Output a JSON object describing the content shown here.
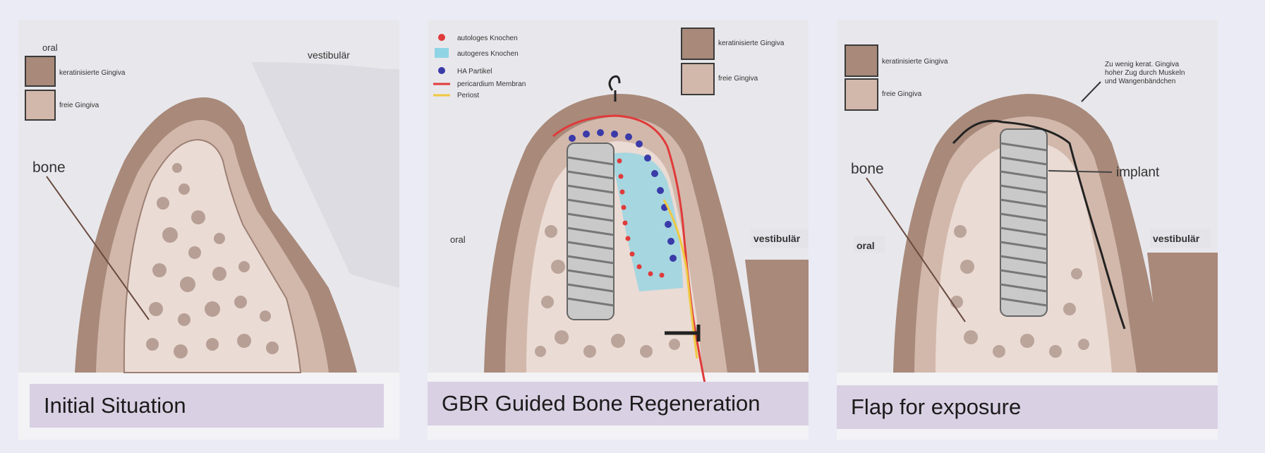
{
  "panels": [
    {
      "caption": "Initial Situation",
      "orientation_oral": "oral",
      "orientation_vestibular": "vestibulär",
      "legend": [
        "keratinisierte Gingiva",
        "freie Gingiva"
      ],
      "label_bone": "bone"
    },
    {
      "caption": "GBR Guided Bone Regeneration",
      "orientation_oral": "oral",
      "orientation_vestibular": "vestibulär",
      "legend_top": [
        "autologes Knochen",
        "autogeres Knochen",
        "HA Partikel",
        "pericardium Membran",
        "Periost"
      ],
      "legend_right": [
        "keratinisierte Gingiva",
        "freie Gingiva"
      ]
    },
    {
      "caption": "Flap for  exposure",
      "orientation_oral": "oral",
      "orientation_vestibular": "vestibulär",
      "legend": [
        "keratinisierte Gingiva",
        "freie Gingiva"
      ],
      "label_bone": "bone",
      "label_implant": "implant",
      "note": [
        "Zu wenig kerat. Gingiva",
        "hoher Zug durch Muskeln",
        "und Wangenbändchen"
      ]
    }
  ],
  "colors": {
    "background": "#ebebf5",
    "panel": "#f3f3f6",
    "caption_bar": "#d9d0e3",
    "gingiva": "#a8897a",
    "gingiva_dark": "#8d6f62",
    "bone": "#eadbd4",
    "membrane": "#e03a3a",
    "periost": "#f0c840",
    "ha_particle": "#3a3aa8",
    "autogenous_bone": "#8fd4e4"
  }
}
